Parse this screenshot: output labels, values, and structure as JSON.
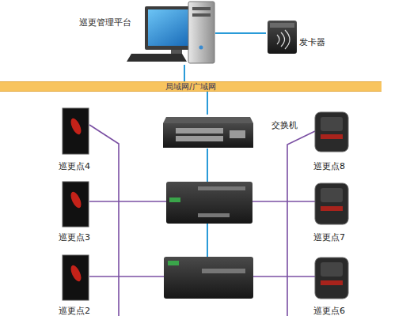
{
  "diagram": {
    "nodes": [
      {
        "text": [
          "巡更管理平台"
        ]
      },
      {
        "text": [
          "发卡器"
        ]
      },
      {
        "text": [
          "局域网/广域网"
        ]
      },
      {
        "text": [
          "巡更点4"
        ]
      },
      {
        "text": [
          "交换机"
        ]
      },
      {
        "text": [
          "巡更点8"
        ]
      },
      {
        "text": [
          "巡更点3"
        ]
      },
      {
        "text": [
          "巡更点7"
        ]
      },
      {
        "text": [
          "巡更点2"
        ]
      },
      {
        "text": [
          "巡更点6"
        ]
      }
    ],
    "edges": [
      {
        "from": 0,
        "to": 1,
        "arrow": "none"
      },
      {
        "from": 0,
        "to": 2,
        "arrow": "none"
      },
      {
        "from": 2,
        "to": 4,
        "arrow": "none"
      }
    ]
  }
}
